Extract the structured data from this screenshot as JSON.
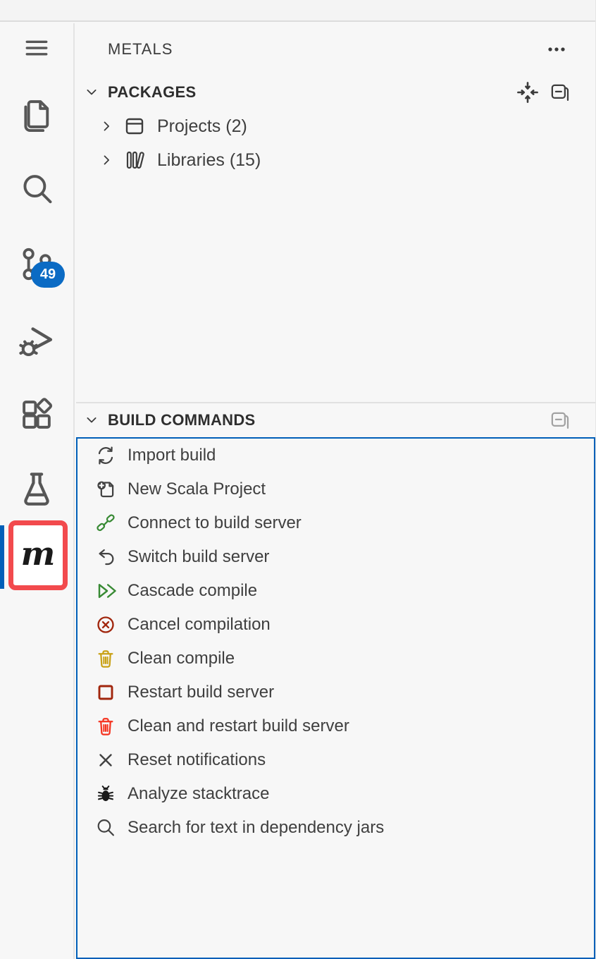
{
  "window": {
    "pane_title": "METALS"
  },
  "activity_bar": {
    "badge_value": "49",
    "badge_color": "#0b6bc4",
    "annotation_color": "#f24a4d",
    "active_indicator_color": "#005fb8",
    "items": [
      {
        "icon": "menu-icon"
      },
      {
        "icon": "explorer-icon"
      },
      {
        "icon": "search-icon"
      },
      {
        "icon": "source-control-icon",
        "badge": "49"
      },
      {
        "icon": "debug-icon"
      },
      {
        "icon": "extensions-icon"
      },
      {
        "icon": "beaker-icon"
      },
      {
        "icon": "metals-logo-icon",
        "active": true,
        "annotated": true,
        "logo_letter": "m"
      }
    ]
  },
  "packages": {
    "label": "PACKAGES",
    "header_icons": [
      "chevron-down-icon",
      "focus-icon",
      "collapse-all-icon"
    ],
    "items": [
      {
        "twisty": "chevron-right-icon",
        "icon": "window-icon",
        "label": "Projects (2)"
      },
      {
        "twisty": "chevron-right-icon",
        "icon": "library-icon",
        "label": "Libraries (15)"
      }
    ]
  },
  "build_commands": {
    "label": "BUILD COMMANDS",
    "header_icons": [
      "chevron-down-icon",
      "collapse-all-icon"
    ],
    "focus_border_color": "#005fb8",
    "items": [
      {
        "icon": "sync-icon",
        "color": "#424242",
        "label": "Import build"
      },
      {
        "icon": "new-project-icon",
        "color": "#424242",
        "label": "New Scala Project"
      },
      {
        "icon": "plug-icon",
        "color": "#388a34",
        "label": "Connect to build server"
      },
      {
        "icon": "discard-icon",
        "color": "#424242",
        "label": "Switch build server"
      },
      {
        "icon": "run-all-icon",
        "color": "#388a34",
        "label": "Cascade compile"
      },
      {
        "icon": "error-circle-icon",
        "color": "#a1260d",
        "label": "Cancel compilation"
      },
      {
        "icon": "trash-icon",
        "color": "#c9a115",
        "label": "Clean compile"
      },
      {
        "icon": "stop-square-icon",
        "color": "#a1260d",
        "label": "Restart build server"
      },
      {
        "icon": "trash-icon",
        "color": "#f5331f",
        "label": "Clean and restart build server"
      },
      {
        "icon": "close-icon",
        "color": "#424242",
        "label": "Reset notifications"
      },
      {
        "icon": "bug-icon",
        "color": "#1b1b1b",
        "label": "Analyze stacktrace"
      },
      {
        "icon": "search-small-icon",
        "color": "#424242",
        "label": "Search for text in dependency jars"
      }
    ]
  }
}
